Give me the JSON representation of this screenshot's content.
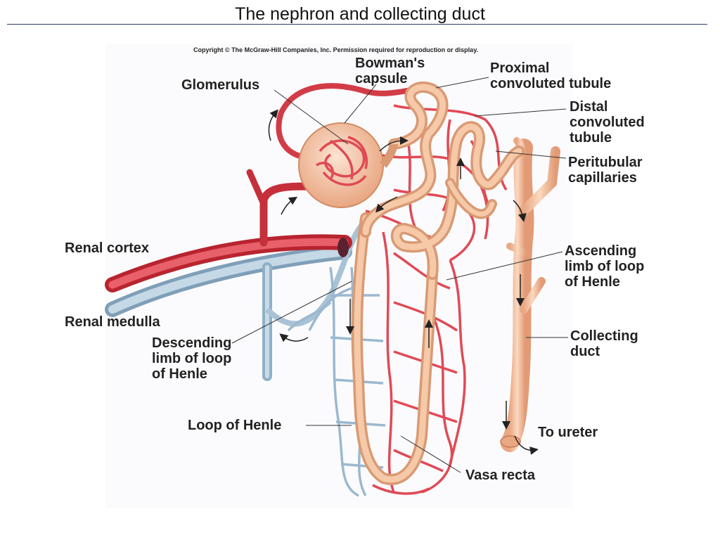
{
  "slide": {
    "title": "The nephron and collecting duct"
  },
  "figure": {
    "copyright": "Copyright © The McGraw-Hill Companies, Inc. Permission required for reproduction or display.",
    "colors": {
      "artery": "#d9404b",
      "vein": "#9bb8cf",
      "tubule": "#f2b88f",
      "capillary": "#e04a55"
    },
    "labels": {
      "glomerulus": "Glomerulus",
      "bowmans_l1": "Bowman's",
      "bowmans_l2": "capsule",
      "proximal_l1": "Proximal",
      "proximal_l2": "convoluted tubule",
      "distal_l1": "Distal",
      "distal_l2": "convoluted",
      "distal_l3": "tubule",
      "peritubular_l1": "Peritubular",
      "peritubular_l2": "capillaries",
      "renal_cortex": "Renal cortex",
      "renal_medulla": "Renal medulla",
      "ascending_l1": "Ascending",
      "ascending_l2": "limb of loop",
      "ascending_l3": "of Henle",
      "descending_l1": "Descending",
      "descending_l2": "limb of loop",
      "descending_l3": "of Henle",
      "collecting_l1": "Collecting",
      "collecting_l2": "duct",
      "loop_henle": "Loop of Henle",
      "to_ureter": "To ureter",
      "vasa_recta": "Vasa recta"
    }
  }
}
